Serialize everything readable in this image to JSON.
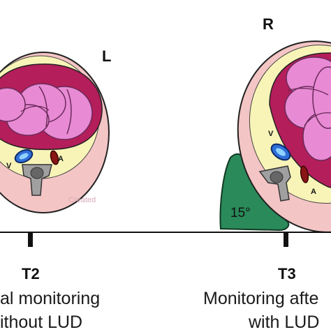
{
  "orientation": {
    "left_mark": "L",
    "right_mark": "R"
  },
  "vessels": {
    "vein": "V",
    "artery": "A"
  },
  "wedge": {
    "angle_label": "15°"
  },
  "watermark": "Created",
  "timeline": {
    "points": [
      {
        "id": "T2",
        "desc_line1": "al monitoring",
        "desc_line2": "ithout LUD"
      },
      {
        "id": "T3",
        "desc_line1": "Monitoring afte",
        "desc_line2": "with LUD"
      }
    ]
  },
  "colors": {
    "outer_ring": "#f4c5c5",
    "abdomen": "#f8f4b8",
    "uterus_wall": "#b41e5a",
    "fetus": "#e88ad4",
    "vertebra": "#a0a0a0",
    "vein": "#2f6fd8",
    "artery": "#8a1515",
    "wedge": "#2a8a5a"
  }
}
